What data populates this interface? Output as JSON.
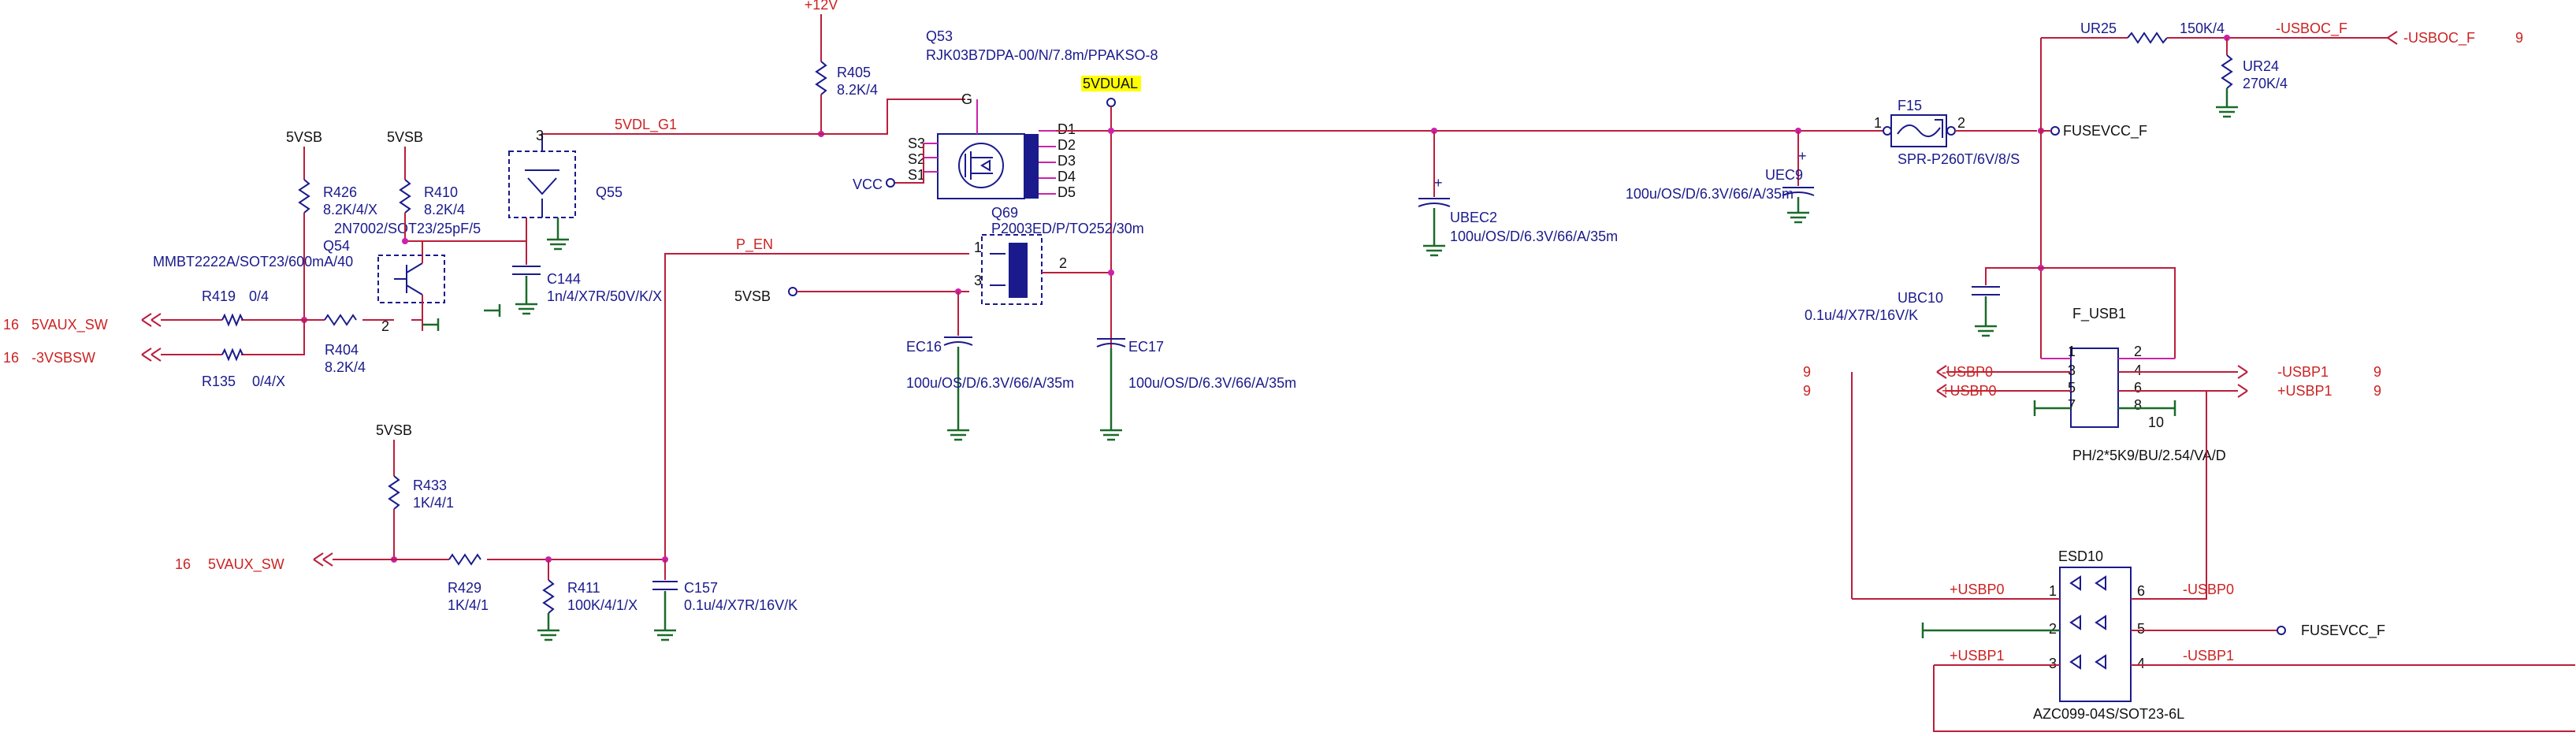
{
  "rails": {
    "plus12v": "+12V",
    "fivevsb": "5VSB",
    "vcc": "VCC",
    "vdual": "5VDUAL",
    "vaux_sw": "5VAUX_SW",
    "vsbsw": "-3VSBSW",
    "p_en": "P_EN",
    "vdl_g1": "5VDL_G1",
    "fusevcc": "FUSEVCC_F",
    "usboc": "-USBOC_F"
  },
  "sheet_refs": {
    "ref16": "16",
    "ref9": "9"
  },
  "components": {
    "q53": {
      "ref": "Q53",
      "value": "RJK03B7DPA-00/N/7.8m/PPAKSO-8"
    },
    "r405": {
      "ref": "R405",
      "value": "8.2K/4"
    },
    "q55": {
      "ref": "Q55",
      "value": "2N7002/SOT23/25pF/5"
    },
    "r426": {
      "ref": "R426",
      "value": "8.2K/4/X"
    },
    "r410": {
      "ref": "R410",
      "value": "8.2K/4"
    },
    "q54": {
      "ref": "Q54",
      "value": "MMBT2222A/SOT23/600mA/40"
    },
    "c144": {
      "ref": "C144",
      "value": "1n/4/X7R/50V/K/X"
    },
    "r419": {
      "ref": "R419",
      "value": "0/4"
    },
    "r404": {
      "ref": "R404",
      "value": "8.2K/4"
    },
    "r135": {
      "ref": "R135",
      "value": "0/4/X"
    },
    "q69": {
      "ref": "Q69",
      "value": "P2003ED/P/TO252/30m"
    },
    "ec16": {
      "ref": "EC16",
      "value": "100u/OS/D/6.3V/66/A/35m"
    },
    "ec17": {
      "ref": "EC17",
      "value": "100u/OS/D/6.3V/66/A/35m"
    },
    "ubec2": {
      "ref": "UBEC2",
      "value": "100u/OS/D/6.3V/66/A/35m"
    },
    "uec9": {
      "ref": "UEC9",
      "value": "100u/OS/D/6.3V/66/A/35m"
    },
    "f15": {
      "ref": "F15",
      "value": "SPR-P260T/6V/8/S"
    },
    "ur25": {
      "ref": "UR25",
      "value": "150K/4"
    },
    "ur24": {
      "ref": "UR24",
      "value": "270K/4"
    },
    "ubc10": {
      "ref": "UBC10",
      "value": "0.1u/4/X7R/16V/K"
    },
    "f_usb1": {
      "ref": "F_USB1",
      "value": "PH/2*5K9/BU/2.54/VA/D"
    },
    "esd10": {
      "ref": "ESD10",
      "value": "AZC099-04S/SOT23-6L"
    },
    "r433": {
      "ref": "R433",
      "value": "1K/4/1"
    },
    "r429": {
      "ref": "R429",
      "value": "1K/4/1"
    },
    "r411": {
      "ref": "R411",
      "value": "100K/4/1/X"
    },
    "c157": {
      "ref": "C157",
      "value": "0.1u/4/X7R/16V/K"
    }
  },
  "q53_pins": [
    "G",
    "S3",
    "S2",
    "S1",
    "D1",
    "D2",
    "D3",
    "D4",
    "D5"
  ],
  "header_pins": [
    "1",
    "2",
    "3",
    "4",
    "5",
    "6",
    "7",
    "8",
    "10"
  ],
  "usb_nets": {
    "m0": "-USBP0",
    "p0": "+USBP0",
    "m1": "-USBP1",
    "p1": "+USBP1"
  },
  "pin_numbers": [
    "1",
    "2",
    "3",
    "4",
    "5",
    "6"
  ],
  "polarity": "+"
}
